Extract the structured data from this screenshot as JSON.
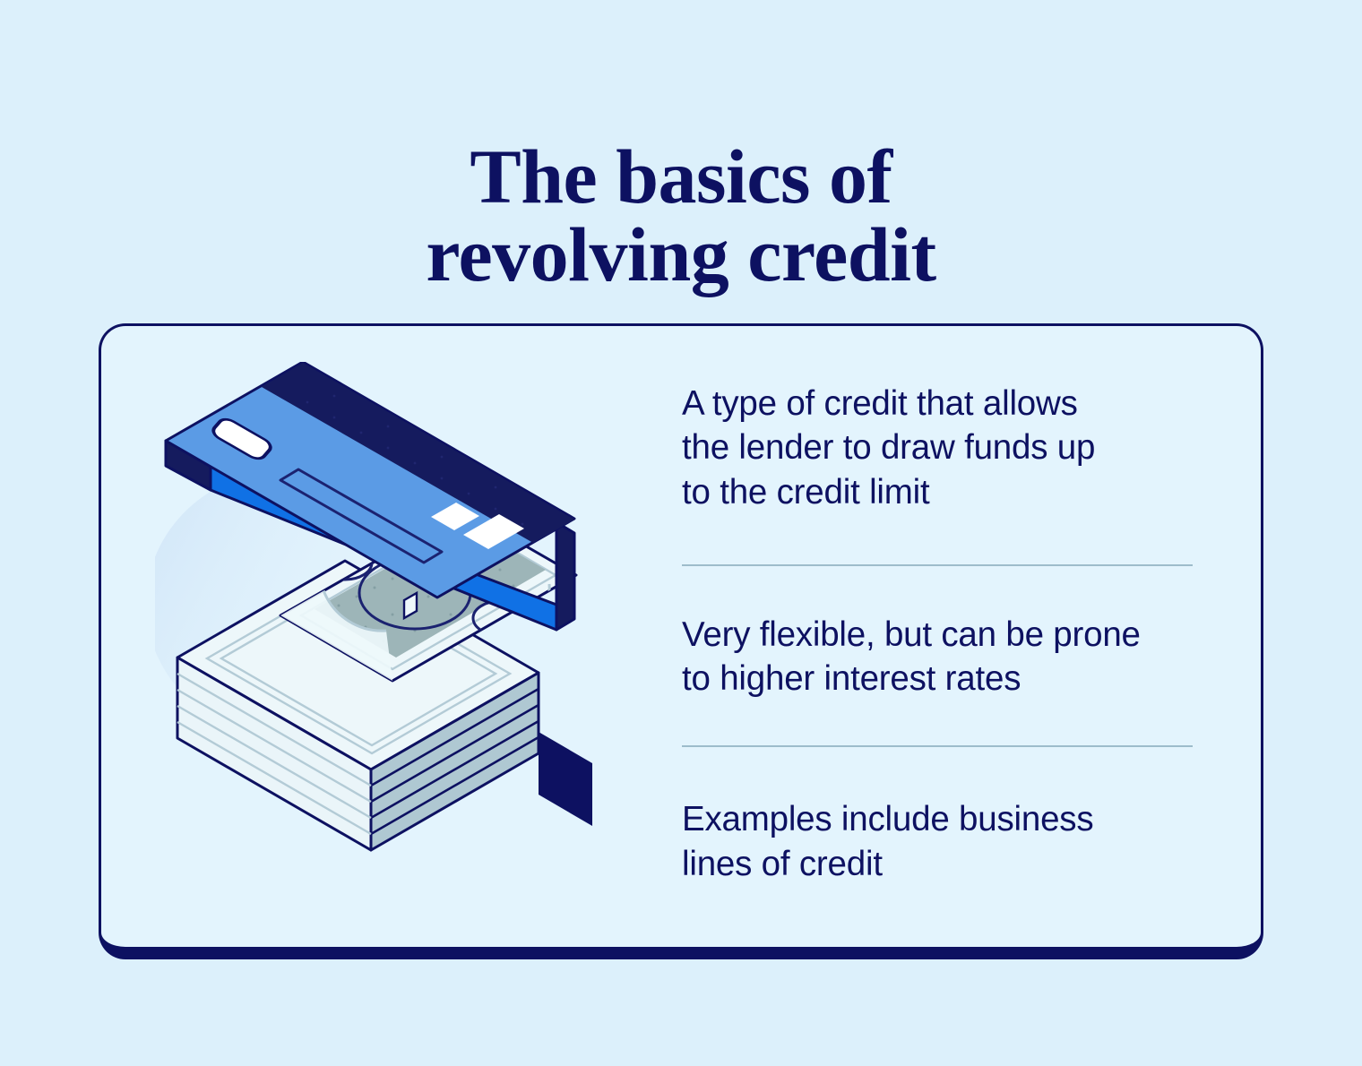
{
  "title": "The basics of\nrevolving credit",
  "colors": {
    "page_background": "#dcf0fb",
    "panel_background": "#e3f4fd",
    "navy": "#0d1161",
    "text_navy": "#0d1161",
    "divider": "#9dbccb",
    "card_face": "#5b9be5",
    "card_edge_bright": "#1071e5",
    "card_stripe": "#151b5e",
    "card_chip": "#ffffff",
    "money_pale": "#edf7fa",
    "money_side": "#afc8d2",
    "money_bill_green": "#9db5b8"
  },
  "panel": {
    "facts": [
      {
        "id": "fact-definition",
        "text": "A type of credit that allows\nthe lender to draw funds up\nto the credit limit"
      },
      {
        "id": "fact-flexibility",
        "text": "Very flexible, but can be prone\nto higher interest rates"
      },
      {
        "id": "fact-examples",
        "text": "Examples include business\nlines of credit"
      }
    ],
    "illustration": {
      "name": "credit-card-over-cash-stack",
      "parts": [
        "credit-card-icon",
        "card-magnetic-stripe",
        "card-chip",
        "card-signature-panel",
        "cash-stack-icon",
        "top-banknote",
        "drop-shadow"
      ]
    }
  }
}
